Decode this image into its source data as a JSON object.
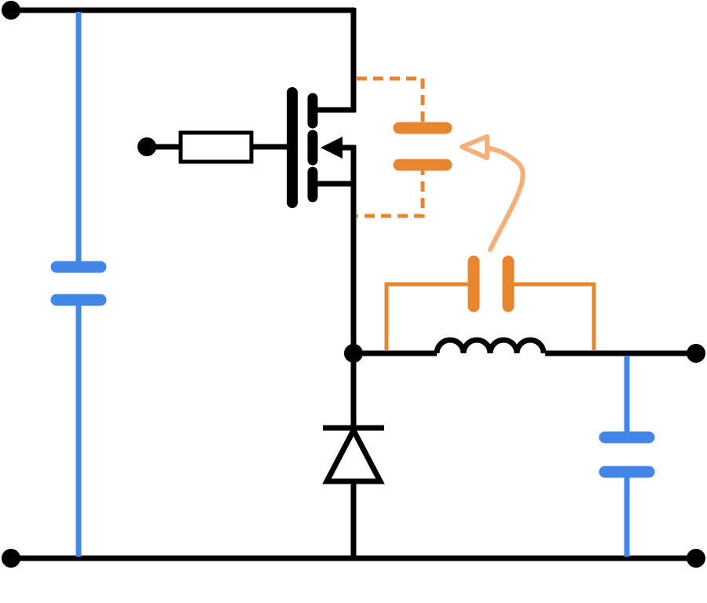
{
  "colors": {
    "wire": "#000000",
    "decoupling_capacitor": "#4287e8",
    "parasitic": "#e8852f",
    "annotation_arrow": "#f5b07a",
    "background": "#ffffff"
  },
  "components": [
    {
      "id": "input-capacitor",
      "kind": "capacitor",
      "color_key": "decoupling_capacitor"
    },
    {
      "id": "output-capacitor",
      "kind": "capacitor",
      "color_key": "decoupling_capacitor"
    },
    {
      "id": "gate-resistor",
      "kind": "resistor",
      "color_key": "wire"
    },
    {
      "id": "mosfet",
      "kind": "n-channel-mosfet",
      "color_key": "wire"
    },
    {
      "id": "freewheel-diode",
      "kind": "diode",
      "color_key": "wire"
    },
    {
      "id": "output-inductor",
      "kind": "inductor",
      "color_key": "wire"
    },
    {
      "id": "mosfet-output-capacitance",
      "kind": "parasitic-capacitor",
      "color_key": "parasitic"
    },
    {
      "id": "inductor-parasitic-capacitance",
      "kind": "parasitic-capacitor",
      "color_key": "parasitic"
    }
  ],
  "terminals": [
    "input-positive",
    "input-negative",
    "gate-input",
    "output-positive",
    "output-negative",
    "switch-node"
  ]
}
